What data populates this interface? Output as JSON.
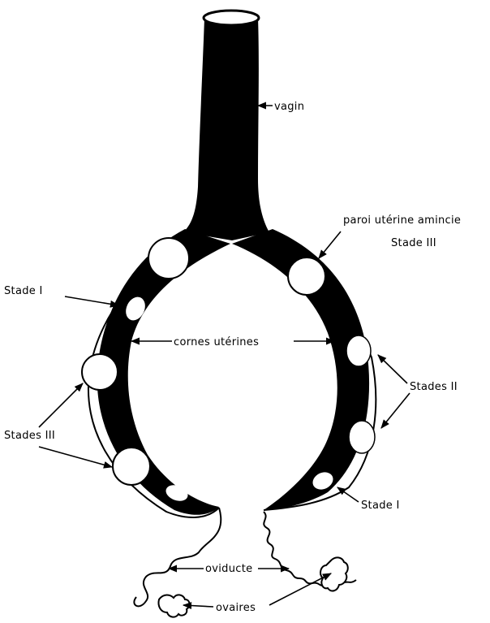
{
  "diagram": {
    "labels": {
      "vagin": "vagin",
      "paroi": "paroi utérine amincie",
      "stade3_top": "Stade III",
      "stade1_left": "Stade I",
      "cornes": "cornes utérines",
      "stades2": "Stades II",
      "stades3_left": "Stades III",
      "stade1_right": "Stade I",
      "oviducte": "oviducte",
      "ovaires": "ovaires"
    },
    "colors": {
      "ink": "#000000",
      "paper": "#ffffff"
    }
  }
}
